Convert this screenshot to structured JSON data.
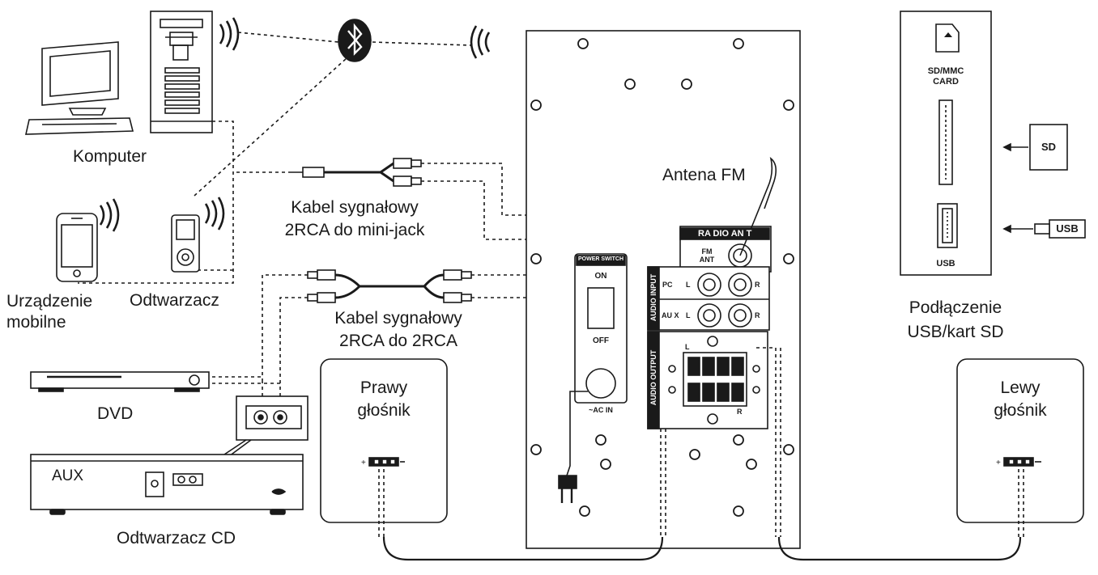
{
  "labels": {
    "computer": "Komputer",
    "mobile_device": "Urządzenie\nmobilne",
    "player": "Odtwarzacz",
    "cable_minijack": "Kabel sygnałowy\n2RCA do mini-jack",
    "cable_2rca": "Kabel sygnałowy\n2RCA do 2RCA",
    "dvd": "DVD",
    "aux": "AUX",
    "cd_player": "Odtwarzacz CD",
    "right_speaker": "Prawy\ngłośnik",
    "left_speaker": "Lewy\ngłośnik",
    "fm_antenna": "Antena FM",
    "usb_sd_connection": "Podłączenie\nUSB/kart SD"
  },
  "panel": {
    "radio_ant": "RA DIO AN T",
    "fm_ant": "FM\nANT",
    "audio_input": "AUDIO INPUT",
    "audio_output": "AUDIO OUTPUT",
    "pc": "PC",
    "aux_in": "AU X",
    "l": "L",
    "r": "R",
    "power_switch": "POWER SWITCH",
    "on": "ON",
    "off": "OFF",
    "ac_in": "~AC IN"
  },
  "card_panel": {
    "sd_mmc": "SD/MMC\nCARD",
    "usb": "USB",
    "sd_plug": "SD",
    "usb_plug": "USB"
  },
  "icons": [
    "computer-icon",
    "pc-tower-icon",
    "bluetooth-icon",
    "wireless-signal-icon",
    "smartphone-icon",
    "mp3-player-icon",
    "dvd-player-icon",
    "cd-player-icon",
    "rca-plug-icon",
    "mini-jack-icon",
    "power-plug-icon",
    "sd-card-icon",
    "usb-port-icon"
  ]
}
